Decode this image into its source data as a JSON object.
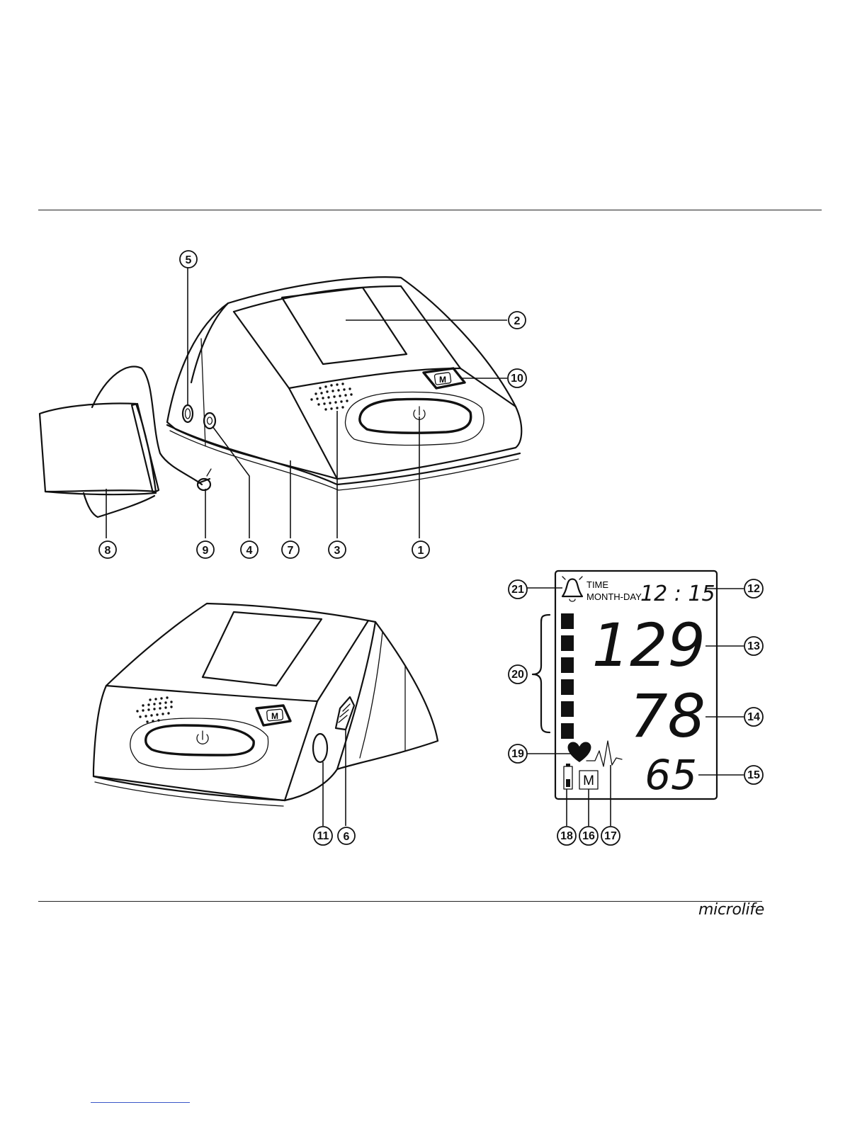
{
  "brand": {
    "name": "microlife"
  },
  "lcd": {
    "time_label": "TIME",
    "date_label": "MONTH-DAY",
    "time_value": "12 : 15",
    "systolic": "129",
    "diastolic": "78",
    "pulse": "65",
    "memory_symbol": "M"
  },
  "device": {
    "memory_button_label": "M"
  },
  "callouts_top": [
    {
      "id": "1",
      "label": "①"
    },
    {
      "id": "2",
      "label": "②"
    },
    {
      "id": "3",
      "label": "③"
    },
    {
      "id": "4",
      "label": "④"
    },
    {
      "id": "5",
      "label": "⑤"
    },
    {
      "id": "7",
      "label": "⑦"
    },
    {
      "id": "8",
      "label": "⑧"
    },
    {
      "id": "9",
      "label": "⑨"
    },
    {
      "id": "10",
      "label": "⑩"
    }
  ],
  "callouts_bottom": [
    {
      "id": "6",
      "label": "⑥"
    },
    {
      "id": "11",
      "label": "⑪"
    }
  ],
  "callouts_lcd": [
    {
      "id": "12",
      "label": "⑫"
    },
    {
      "id": "13",
      "label": "⑬"
    },
    {
      "id": "14",
      "label": "⑭"
    },
    {
      "id": "15",
      "label": "⑮"
    },
    {
      "id": "16",
      "label": "⑯"
    },
    {
      "id": "17",
      "label": "⑰"
    },
    {
      "id": "18",
      "label": "⑱"
    },
    {
      "id": "19",
      "label": "⑲"
    },
    {
      "id": "20",
      "label": "⑳"
    },
    {
      "id": "21",
      "label": "㉑"
    }
  ]
}
